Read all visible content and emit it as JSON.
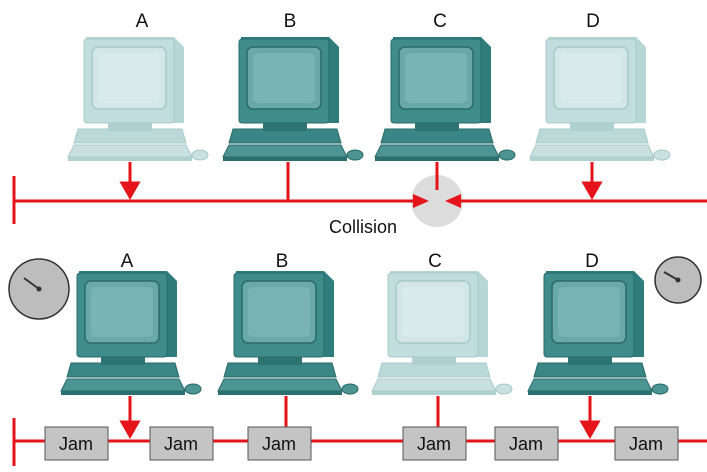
{
  "top_scenario": {
    "computers": [
      {
        "label": "A",
        "state": "inactive"
      },
      {
        "label": "B",
        "state": "active"
      },
      {
        "label": "C",
        "state": "active"
      },
      {
        "label": "D",
        "state": "inactive"
      }
    ],
    "collision_label": "Collision"
  },
  "bottom_scenario": {
    "computers": [
      {
        "label": "A",
        "state": "active",
        "backoff_timer": true
      },
      {
        "label": "B",
        "state": "active",
        "backoff_timer": false
      },
      {
        "label": "C",
        "state": "inactive",
        "backoff_timer": false
      },
      {
        "label": "D",
        "state": "active",
        "backoff_timer": true
      }
    ],
    "jam_signals": [
      "Jam",
      "Jam",
      "Jam",
      "Jam",
      "Jam",
      "Jam"
    ]
  },
  "colors": {
    "bus": "#e5141b",
    "active_computer": "#2f7c7c",
    "inactive_computer": "#b7d6d6",
    "jam_box": "#c4c4c4",
    "collision_glow": "#d9d9d9"
  }
}
